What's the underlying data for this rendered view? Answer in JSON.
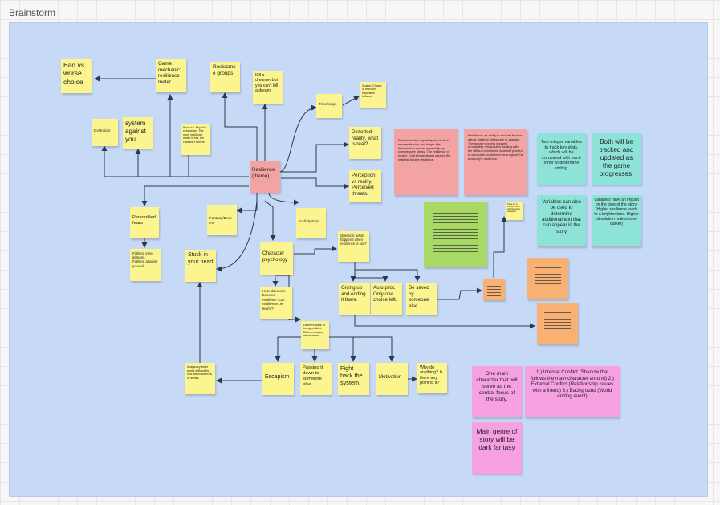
{
  "board": {
    "title": "Brainstorm"
  },
  "notes": {
    "bad_vs_worse": "Bad vs worse choice",
    "game_mechanic": "Game mechanic: resilience meter",
    "resistance_groups": "Resistance groups",
    "kill_dreamer": "Kill a dreamer but you can't kill a dream.",
    "time_loops": "Time loops",
    "illusion": "Illusion: Chains of rejection. Repetitive failures.",
    "dystopian": "Dystopian",
    "system_against_you": "system against you",
    "burn_out": "Burn out. Physical exhaustion. The more resilience meter is low, the character suffers.",
    "resilience_theme": "Resilience (theme)",
    "distorted_reality": "Distorted reality, what is real?",
    "perception": "Perception vs reality. Perceived threats.",
    "personified_fears": "Personified fears",
    "fantasy_dreams": "Fantasy/Dreams",
    "sci_fi_dystopia": "Sci-fi/dystopia",
    "fighting_demons": "Fighting inner demons. Fighting against yourself.",
    "stuck_in_head": "Stuck in your head",
    "character_psychology": "Character psychology",
    "question_resilience": "Question: what happens when resilience is lost?",
    "how_resilient": "How does one become resilient? Can resilience be learnt?",
    "giving_up": "Giving up and ending it there.",
    "auto_pilot": "Auto pilot. Only one choice left.",
    "be_saved": "Be saved by someone else.",
    "different_ways": "Different ways of being resilient. Different coping mechanisms.",
    "imaginary_world": "Imaginary inner world without the real world sources of stress.",
    "escapism": "Escapism",
    "passing_down": "Passing it down to someone else.",
    "fight_back": "Fight back the system.",
    "motivation": "Motivation",
    "why_do_anything": "Why do anything? Is there any point to it?",
    "place_for_choice": "Place for a choice to end with the game metaphor.",
    "resilience_def1": "Resilience: the capability of a body to recover its size and shape after deformation caused especially by compressive stress. The resilience of rubber. Cold temperatures caused the material to lose resilience.",
    "resilience_def2": "Resilience: an ability to recover from or adjust easily to misfortune or change. The mouse workers showed remarkable resilience in dealing with the difficult conditions. Analysts pointed to consumer confidence as a sign of the economy's resilience.",
    "two_integer": "Two integer variables to track key stats, which will be compared with each other to determine ending.",
    "both_tracked": "Both will be tracked and updated as the game progresses.",
    "variables_determine": "Variables can also be used to determine additional text that can appear in the story",
    "variables_tone": "Variables have an impact on the tone of the story. (Higher resilience leads to a brighter tone. Higher desolation makes tone darker)",
    "main_character": "One main character that will serve as the central focus of the story.",
    "conflicts": "1.) Internal Conflict (Shadow that follows the main character around) 2.) External Conflict (Relationship Issues with a friend) 3.) Background (World ending event)",
    "main_genre": "Main genre of story will be dark fantasy"
  },
  "colors": {
    "yellow": "#fcf58f",
    "red": "#f4a3a3",
    "teal": "#8ee3d8",
    "orange": "#f9b073",
    "green": "#a9d965",
    "pink": "#f7a1e2",
    "frame": "#c6d9f7",
    "connector": "#2f3a46"
  }
}
